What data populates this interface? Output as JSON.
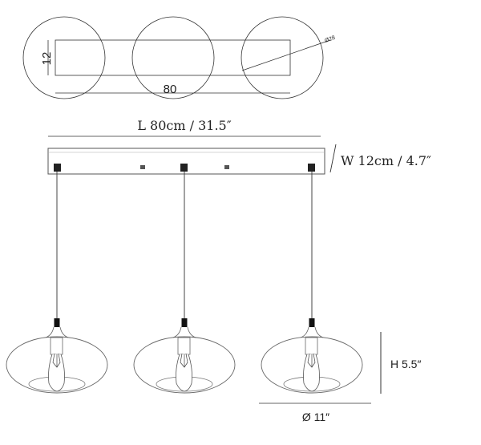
{
  "top_view": {
    "width_label": "12",
    "length_label": "80",
    "diameter_label": "Ø28"
  },
  "front_view": {
    "length_label": "L 80cm / 31.5″",
    "width_label": "W 12cm / 4.7″",
    "height_label": "H 5.5″",
    "diameter_label": "Ø 11″"
  },
  "pendant_count": 3
}
